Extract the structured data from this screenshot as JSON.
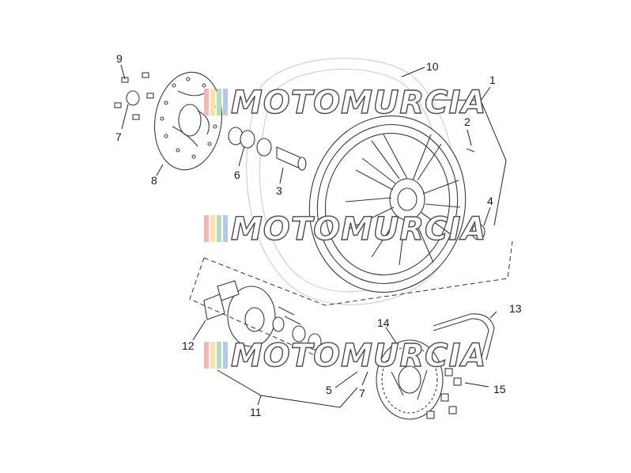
{
  "watermark": {
    "text": "MOTOMURCIA"
  },
  "callouts": {
    "c1": "1",
    "c2": "2",
    "c3": "3",
    "c4": "4",
    "c5": "5",
    "c6": "6",
    "c7a": "7",
    "c7b": "7",
    "c8": "8",
    "c9": "9",
    "c10": "10",
    "c11": "11",
    "c12": "12",
    "c13": "13",
    "c14": "14",
    "c15": "15"
  }
}
